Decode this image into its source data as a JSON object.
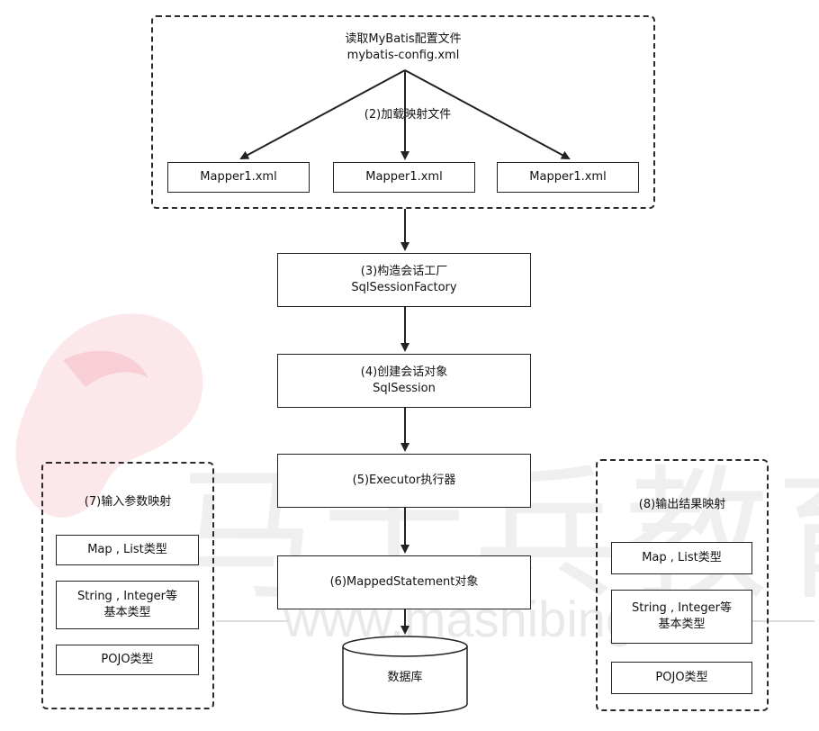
{
  "watermark": {
    "big_text": "马士兵教育",
    "url_text": "www.mashibing.com",
    "color": "#e8e8e8",
    "logo_color": "#f7c9cf"
  },
  "top_group": {
    "title_line1": "读取MyBatis配置文件",
    "title_line2": "mybatis-config.xml",
    "load_label": "(2)加载映射文件",
    "mappers": [
      "Mapper1.xml",
      "Mapper1.xml",
      "Mapper1.xml"
    ]
  },
  "flow": {
    "factory_line1": "(3)构造会话工厂",
    "factory_line2": "SqlSessionFactory",
    "session_line1": "(4)创建会话对象",
    "session_line2": "SqlSession",
    "executor": "(5)Executor执行器",
    "mapped_statement": "(6)MappedStatement对象",
    "database": "数据库"
  },
  "input_group": {
    "title": "(7)输入参数映射",
    "items": [
      {
        "line1": "Map , List类型",
        "line2": ""
      },
      {
        "line1": "String , Integer等",
        "line2": "基本类型"
      },
      {
        "line1": "POJO类型",
        "line2": ""
      }
    ]
  },
  "output_group": {
    "title": "(8)输出结果映射",
    "items": [
      {
        "line1": "Map , List类型",
        "line2": ""
      },
      {
        "line1": "String , Integer等",
        "line2": "基本类型"
      },
      {
        "line1": "POJO类型",
        "line2": ""
      }
    ]
  },
  "colors": {
    "stroke": "#222222",
    "dashed_border": "#2b2b2b",
    "background": "#ffffff"
  }
}
